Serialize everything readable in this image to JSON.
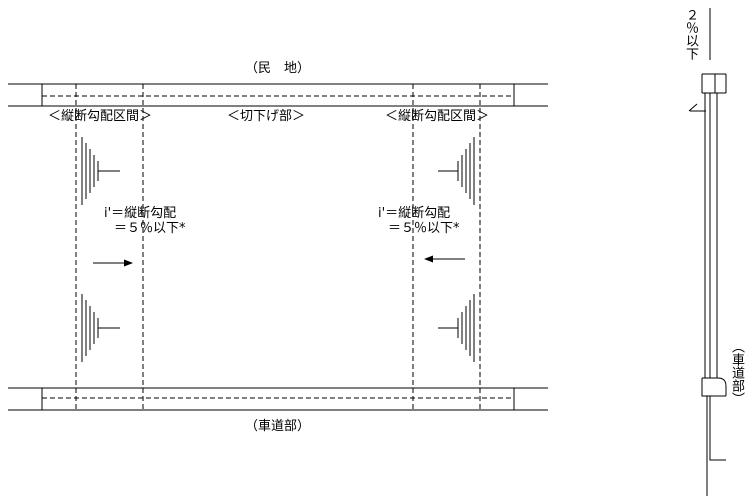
{
  "labels": {
    "top_land": "（民　地）",
    "bottom_road": "（車道部）",
    "left_section": "＜縦断勾配区間＞",
    "center_section": "＜切下げ部＞",
    "right_section": "＜縦断勾配区間＞",
    "left_slope_line1": "i'＝縦断勾配",
    "left_slope_line2": "＝５％以下*",
    "right_slope_line1": "i'＝縦断勾配",
    "right_slope_line2": "＝５％以下*",
    "side_slope": "２％以下",
    "side_road": "（車道部）"
  }
}
